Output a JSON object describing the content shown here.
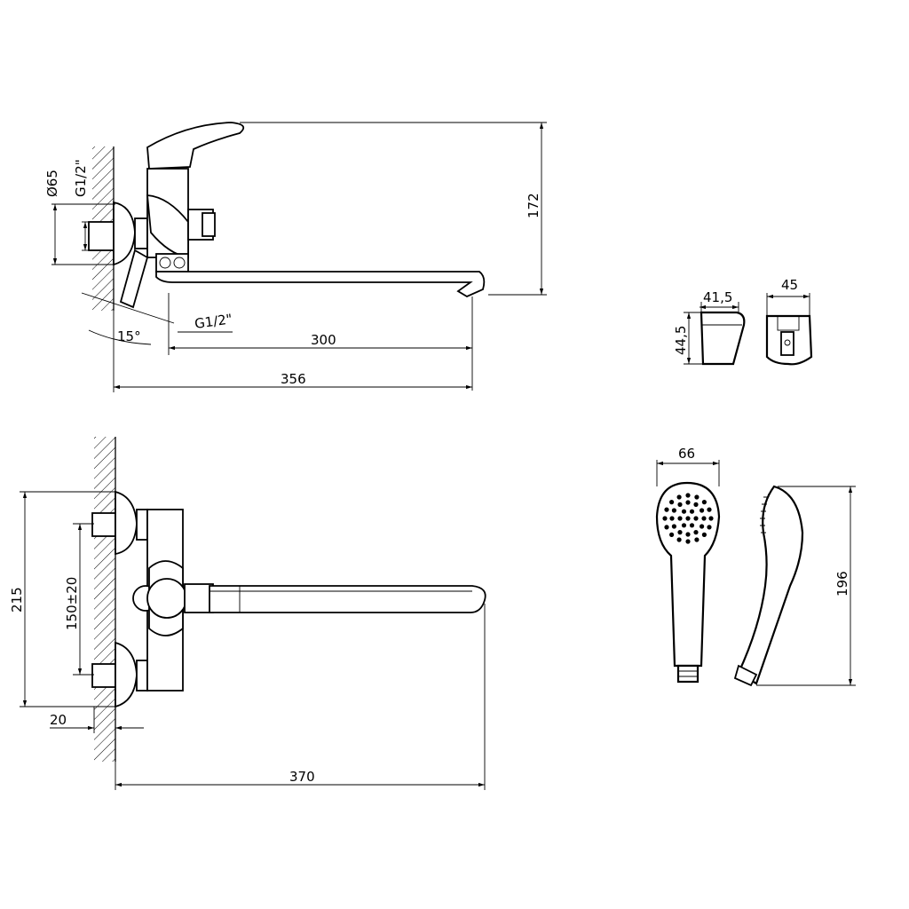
{
  "dimensions": {
    "top_view": {
      "outlet_diameter": "Ø65",
      "inlet_thread": "G1/2\"",
      "height": "172",
      "outlet_thread": "G1/2\"",
      "spout_reach": "300",
      "total_length": "356",
      "angle": "15°"
    },
    "holder": {
      "width": "41,5",
      "height": "44,5",
      "front_width": "45"
    },
    "front_view": {
      "height": "215",
      "centers": "150±20",
      "wall_offset": "20",
      "total_length": "370"
    },
    "shower": {
      "head_diameter": "66",
      "length": "196"
    }
  }
}
